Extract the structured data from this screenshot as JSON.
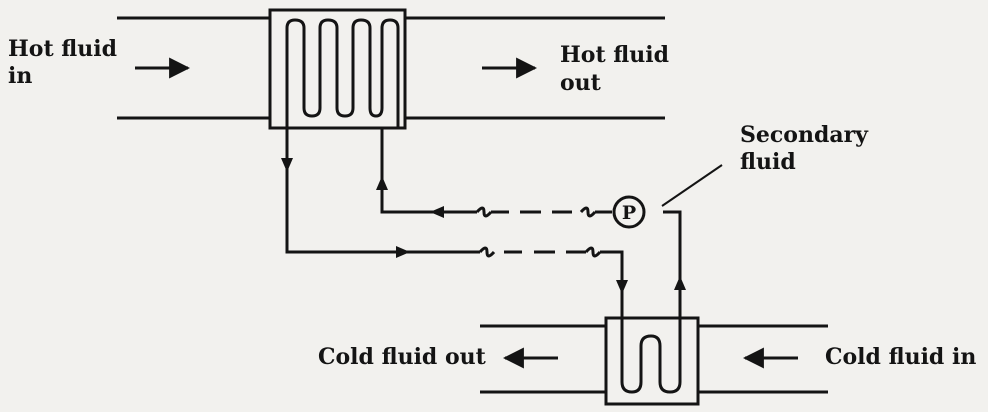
{
  "diagram": {
    "labels": {
      "hot_in_line1": "Hot fluid",
      "hot_in_line2": "in",
      "hot_out_line1": "Hot fluid",
      "hot_out_line2": "out",
      "secondary_line1": "Secondary",
      "secondary_line2": "fluid",
      "pump_symbol": "P",
      "cold_out": "Cold fluid out",
      "cold_in": "Cold fluid in"
    },
    "colors": {
      "ink": "#141414",
      "background": "#f2f1ee"
    }
  }
}
